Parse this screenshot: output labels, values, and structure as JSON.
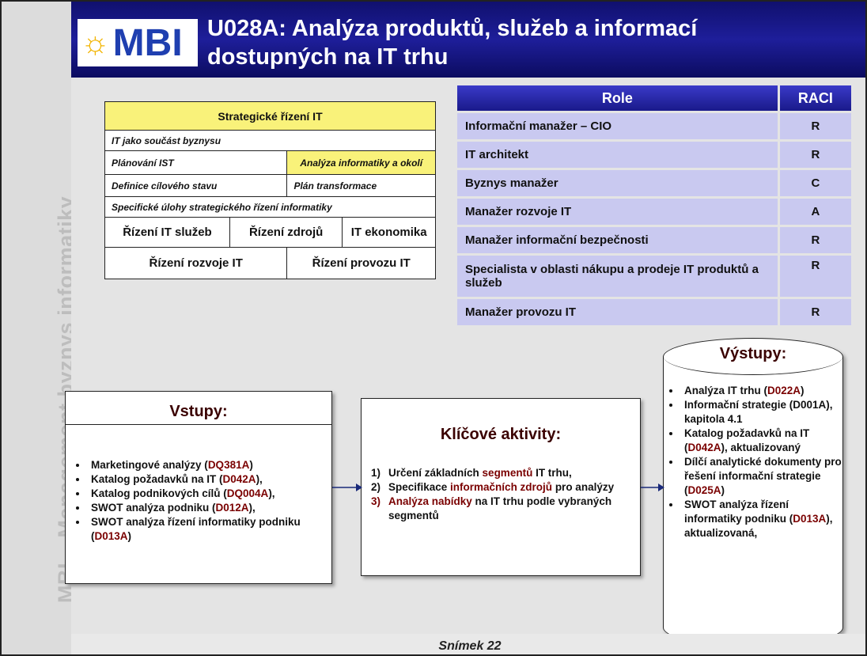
{
  "sidebar_text": "MBI – Management byznys informatiky",
  "logo_text": "MBI",
  "title_line1": "U028A: Analýza produktů, služeb a informací",
  "title_line2": "dostupných na IT trhu",
  "strategic": {
    "header": "Strategické řízení IT",
    "row1": "IT jako součást byznysu",
    "row2_left": "Plánování IST",
    "row2_right": "Analýza informatiky a okolí",
    "row3_left": "Definice cílového stavu",
    "row3_right": "Plán transformace",
    "row4": "Specifické úlohy strategického řízení informatiky",
    "row5_a": "Řízení IT služeb",
    "row5_b": "Řízení  zdrojů",
    "row5_c": "IT ekonomika",
    "row6_left": "Řízení rozvoje IT",
    "row6_right": "Řízení provozu IT"
  },
  "raci_table": {
    "header_role": "Role",
    "header_raci": "RACI",
    "rows": [
      {
        "role": "Informační manažer – CIO",
        "raci": "R"
      },
      {
        "role": "IT architekt",
        "raci": "R"
      },
      {
        "role": "Byznys manažer",
        "raci": "C"
      },
      {
        "role": "Manažer rozvoje IT",
        "raci": "A"
      },
      {
        "role": "Manažer informační bezpečnosti",
        "raci": "R"
      },
      {
        "role": "Specialista v oblasti nákupu a prodeje IT produktů a služeb",
        "raci": "R"
      },
      {
        "role": "Manažer provozu IT",
        "raci": "R"
      }
    ]
  },
  "inputs": {
    "title": "Vstupy:",
    "items": [
      {
        "text": "Marketingové analýzy (",
        "code": "DQ381A",
        "end": ")"
      },
      {
        "text": "Katalog požadavků na IT (",
        "code": "D042A",
        "end": "),"
      },
      {
        "text": "Katalog podnikových cílů (",
        "code": "DQ004A",
        "end": "),"
      },
      {
        "text": "SWOT analýza podniku (",
        "code": "D012A",
        "end": "),"
      },
      {
        "text": "SWOT analýza řízení informatiky podniku (",
        "code": "D013A",
        "end": ")"
      }
    ]
  },
  "activities": {
    "title": "Klíčové aktivity:",
    "items": [
      {
        "num": "1)",
        "pre": "Určení základních ",
        "hl": "segmentů",
        "post": " IT trhu,"
      },
      {
        "num": "2)",
        "pre": "Specifikace ",
        "hl": "informačních zdrojů",
        "post": " pro analýzy"
      },
      {
        "num": "3)",
        "pre": "",
        "hl": "Analýza nabídky",
        "post": " na IT trhu podle vybraných segmentů"
      }
    ]
  },
  "outputs": {
    "title": "Výstupy:",
    "items": [
      {
        "text": "Analýza IT trhu (",
        "code": "D022A",
        "end": ")"
      },
      {
        "text": "Informační strategie (D001A), kapitola 4.1",
        "code": "",
        "end": ""
      },
      {
        "text": "Katalog požadavků na IT (",
        "code": "D042A",
        "end": "), aktualizovaný"
      },
      {
        "text": "Dílčí analytické dokumenty pro řešení informační strategie (",
        "code": "D025A",
        "end": ")"
      },
      {
        "text": "SWOT analýza řízení informatiky podniku (",
        "code": "D013A",
        "end": "), aktualizovaná,"
      }
    ]
  },
  "footer": "Snímek  22",
  "colors": {
    "header": "#1a1a8a",
    "raci_row": "#c9c9f0",
    "highlight": "#f9f27a",
    "code": "#7a0000"
  }
}
